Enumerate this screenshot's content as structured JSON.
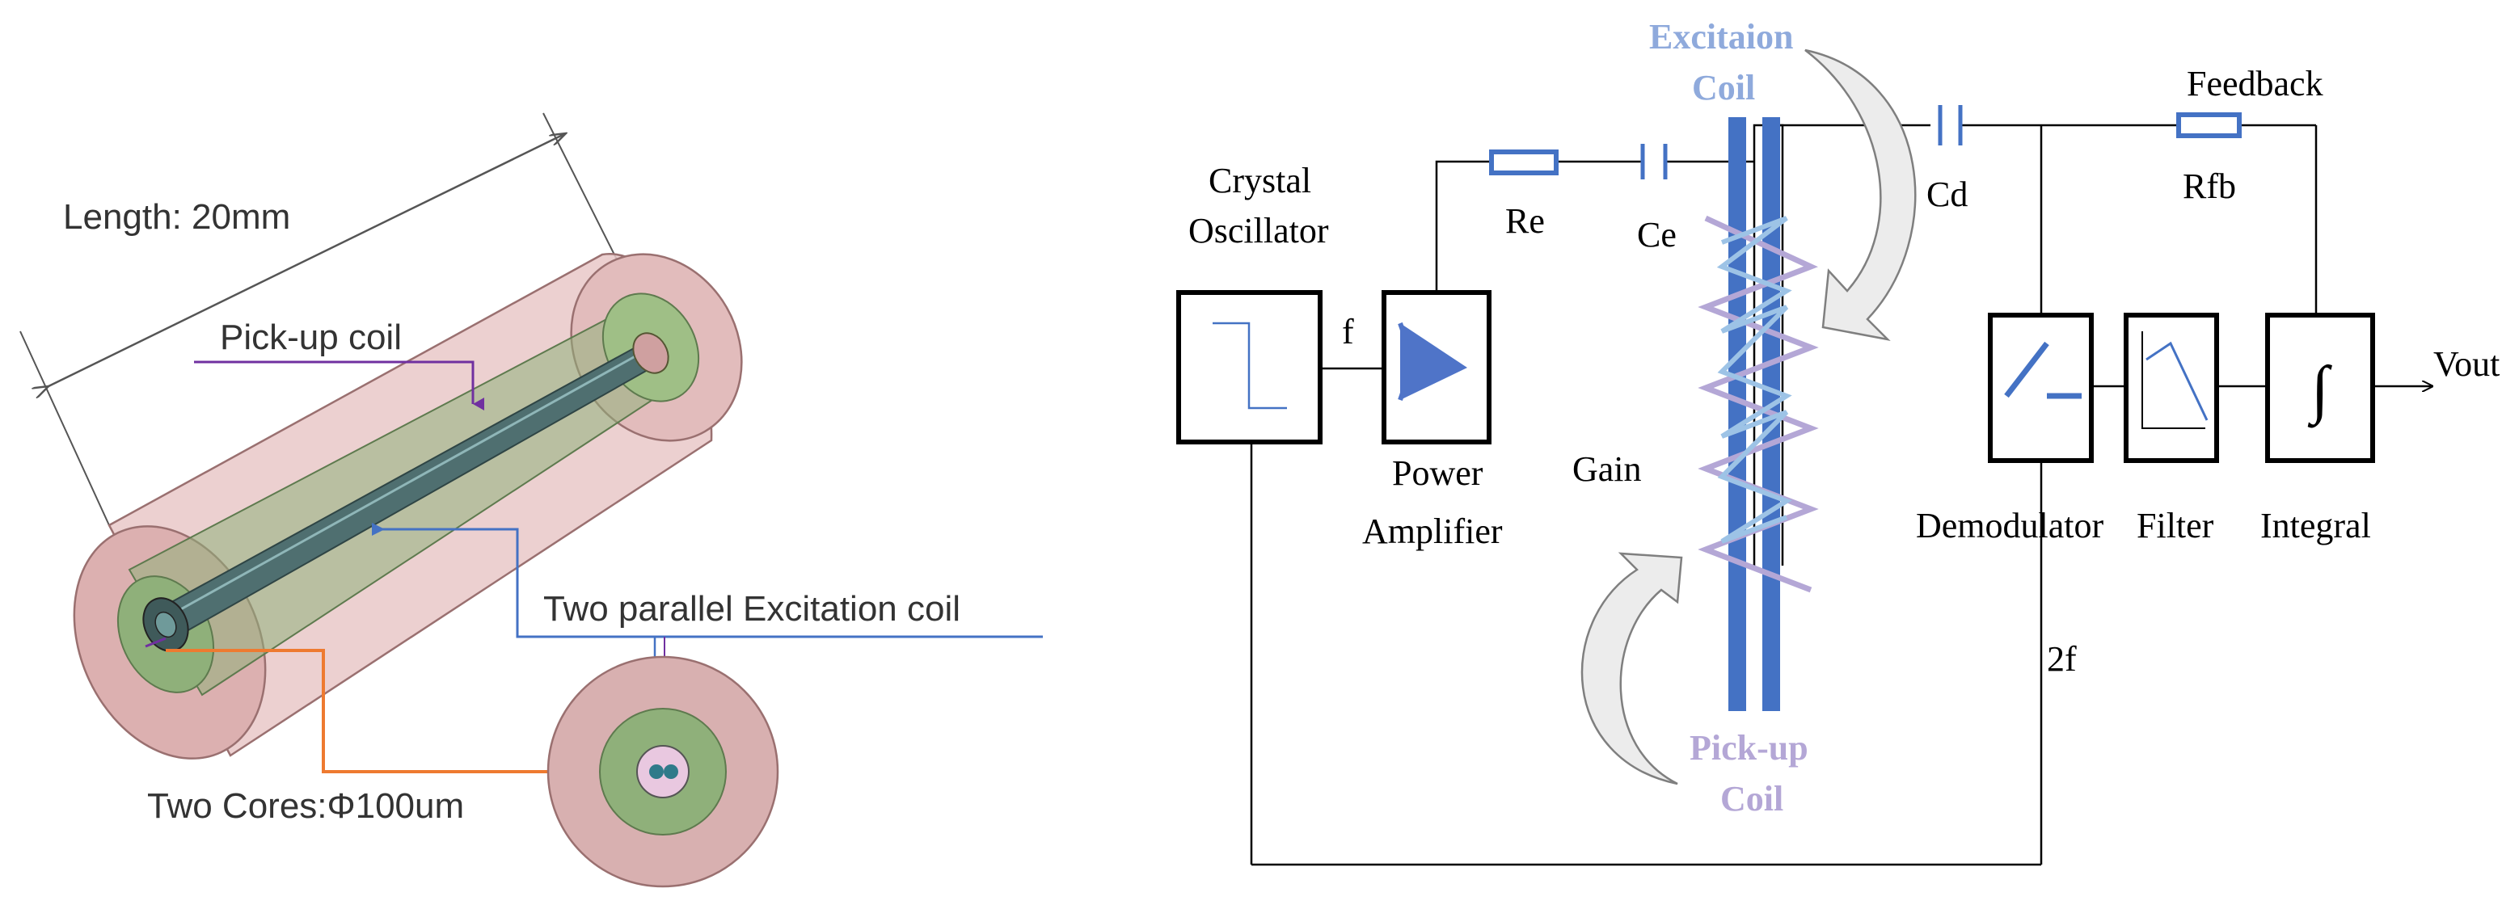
{
  "left_panel": {
    "length_label": "Length: 20mm",
    "pickup_label": "Pick-up coil",
    "excitation_label": "Two parallel Excitation coil",
    "cores_label": "Two Cores:Φ100um"
  },
  "right_panel": {
    "crystal_oscillator": [
      "Crystal",
      "Oscillator"
    ],
    "power_amplifier": [
      "Power",
      "Amplifier"
    ],
    "f_label": "f",
    "re_label": "Re",
    "ce_label": "Ce",
    "cd_label": "Cd",
    "excitation_coil": [
      "Excitaion",
      "Coil"
    ],
    "feedback_label": "Feedback",
    "rfb_label": "Rfb",
    "gain_label": "Gain",
    "pickup_coil": [
      "Pick-up",
      "Coil"
    ],
    "demodulator_label": "Demodulator",
    "filter_label": "Filter",
    "integral_label": "Integral",
    "integral_symbol": "∫",
    "vout_label": "Vout",
    "twof_label": "2f"
  },
  "colors": {
    "cylinder_fill": "#e9c8c8",
    "cylinder_stroke": "#9a7070",
    "inner_green": "#8fb07a",
    "rod_dark": "#3f5a5a",
    "orange_lead": "#ee7a30",
    "purple_lead": "#7030a0",
    "blue_lead": "#4472c4",
    "coil_blue": "#4472c4",
    "coil_light_blue": "#9dc3e6",
    "coil_purple": "#b4a7d6",
    "excitation_text": "#8faadc",
    "pickup_text": "#b4a7d6",
    "circuit_line": "#000000"
  }
}
